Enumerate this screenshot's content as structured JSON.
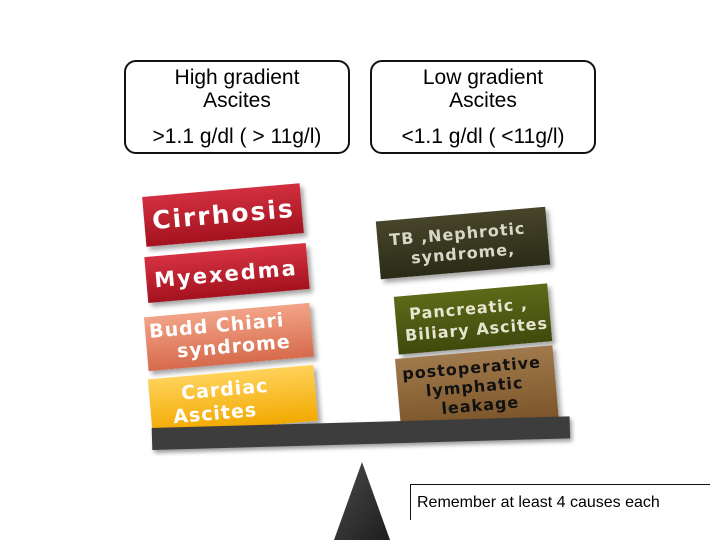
{
  "headers": {
    "high": {
      "title_line1": "High gradient",
      "title_line2": "Ascites",
      "value": ">1.1 g/dl ( > 11g/l)"
    },
    "low": {
      "title_line1": "Low gradient",
      "title_line2": "Ascites",
      "value": "<1.1 g/dl ( <11g/l)"
    }
  },
  "high_causes": [
    {
      "lines": [
        "Cirrhosis"
      ],
      "color": "#b81c2a"
    },
    {
      "lines": [
        "Myexedma"
      ],
      "color": "#b81c2a"
    },
    {
      "lines": [
        "Budd Chiari",
        "syndrome"
      ],
      "color": "#e5876a"
    },
    {
      "lines": [
        "Cardiac",
        "Ascites"
      ],
      "color": "#f7b718"
    }
  ],
  "low_causes": [
    {
      "lines": [
        "TB ,Nephrotic",
        "syndrome,"
      ],
      "color": "#37361f"
    },
    {
      "lines": [
        "Pancreatic ,",
        "Biliary Ascites"
      ],
      "color": "#4d5a12"
    },
    {
      "lines": [
        "postoperative",
        "lymphatic",
        "leakage"
      ],
      "color": "#8b6436"
    }
  ],
  "footer": {
    "reminder": "Remember at least 4 causes each"
  }
}
